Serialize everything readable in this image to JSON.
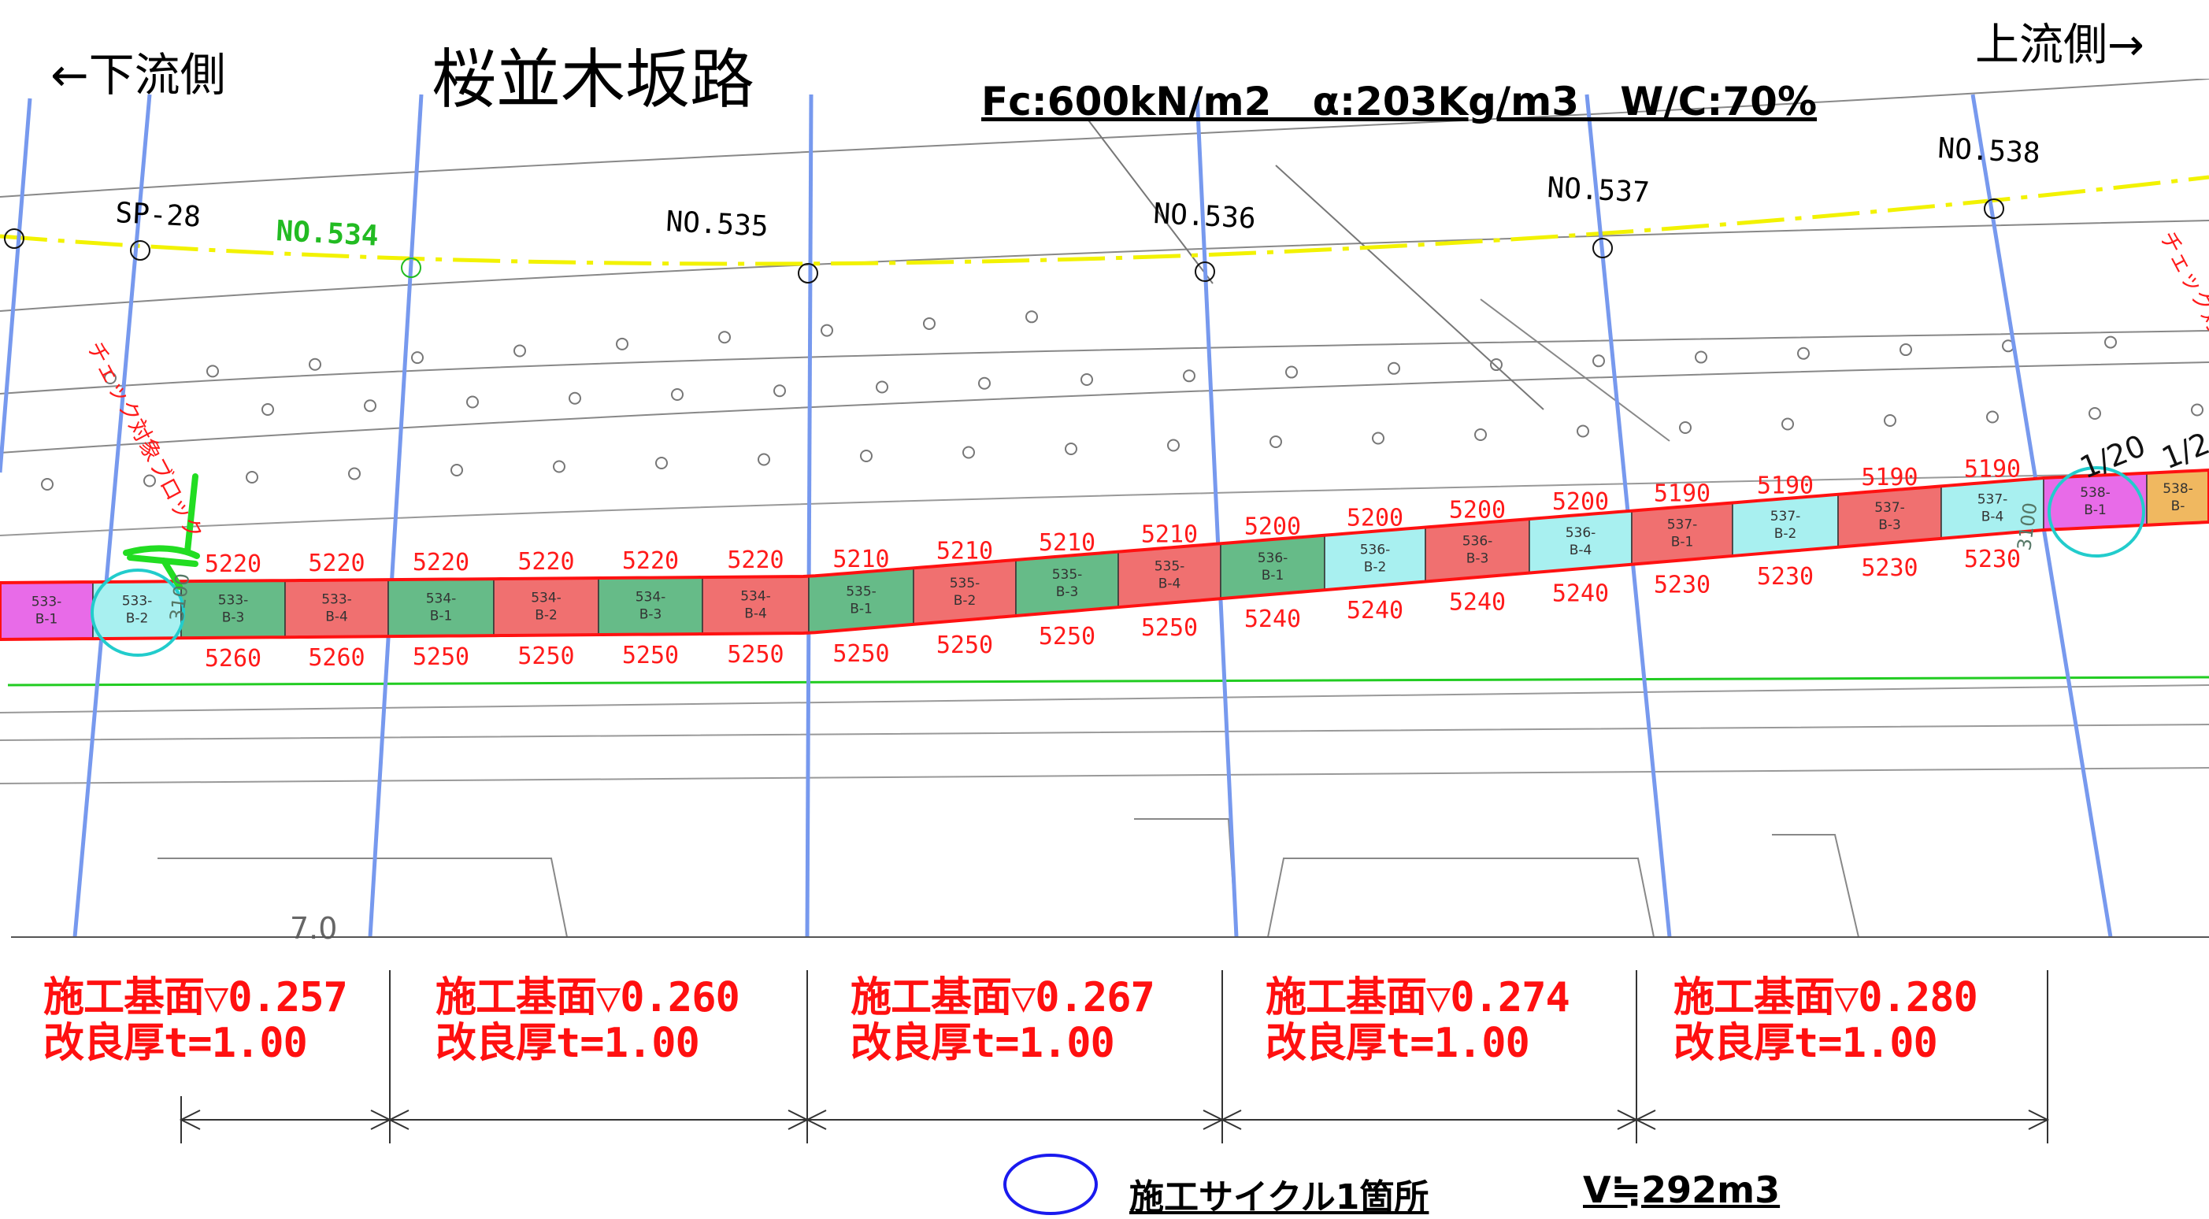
{
  "header": {
    "downstream": "←下流側",
    "upstream": "上流側→",
    "title": "桜並木坂路",
    "mix": "Fc:600kN/m2   α:203Kg/m3   W/C:70%"
  },
  "stations": [
    {
      "label": "SP-28",
      "color": "#000000"
    },
    {
      "label": "NO.534",
      "color": "#22bb22"
    },
    {
      "label": "NO.535",
      "color": "#000000"
    },
    {
      "label": "NO.536",
      "color": "#000000"
    },
    {
      "label": "NO.537",
      "color": "#000000"
    },
    {
      "label": "NO.538",
      "color": "#000000"
    }
  ],
  "check_block_note": "チェック対象ブロック",
  "width_label": "3100",
  "slope_labels": [
    "1/20",
    "1/2"
  ],
  "stray_label": "7.0",
  "blocks": [
    {
      "label": "533-B-1",
      "fill": "#e86be8",
      "top": "",
      "bottom": ""
    },
    {
      "label": "533-B-2",
      "fill": "#a8f0f0",
      "top": "",
      "bottom": ""
    },
    {
      "label": "533-B-3",
      "fill": "#66bb88",
      "top": "5220",
      "bottom": "5260"
    },
    {
      "label": "533-B-4",
      "fill": "#f07070",
      "top": "5220",
      "bottom": "5260"
    },
    {
      "label": "534-B-1",
      "fill": "#66bb88",
      "top": "5220",
      "bottom": "5250"
    },
    {
      "label": "534-B-2",
      "fill": "#f07070",
      "top": "5220",
      "bottom": "5250"
    },
    {
      "label": "534-B-3",
      "fill": "#66bb88",
      "top": "5220",
      "bottom": "5250"
    },
    {
      "label": "534-B-4",
      "fill": "#f07070",
      "top": "5220",
      "bottom": "5250"
    },
    {
      "label": "535-B-1",
      "fill": "#66bb88",
      "top": "5210",
      "bottom": "5250"
    },
    {
      "label": "535-B-2",
      "fill": "#f07070",
      "top": "5210",
      "bottom": "5250"
    },
    {
      "label": "535-B-3",
      "fill": "#66bb88",
      "top": "5210",
      "bottom": "5250"
    },
    {
      "label": "535-B-4",
      "fill": "#f07070",
      "top": "5210",
      "bottom": "5250"
    },
    {
      "label": "536-B-1",
      "fill": "#66bb88",
      "top": "5200",
      "bottom": "5240"
    },
    {
      "label": "536-B-2",
      "fill": "#a8f0f0",
      "top": "5200",
      "bottom": "5240"
    },
    {
      "label": "536-B-3",
      "fill": "#f07070",
      "top": "5200",
      "bottom": "5240"
    },
    {
      "label": "536-B-4",
      "fill": "#a8f0f0",
      "top": "5200",
      "bottom": "5240"
    },
    {
      "label": "537-B-1",
      "fill": "#f07070",
      "top": "5190",
      "bottom": "5230"
    },
    {
      "label": "537-B-2",
      "fill": "#a8f0f0",
      "top": "5190",
      "bottom": "5230"
    },
    {
      "label": "537-B-3",
      "fill": "#f07070",
      "top": "5190",
      "bottom": "5230"
    },
    {
      "label": "537-B-4",
      "fill": "#a8f0f0",
      "top": "5190",
      "bottom": "5230"
    },
    {
      "label": "538-B-1",
      "fill": "#e86be8",
      "top": "",
      "bottom": ""
    },
    {
      "label": "538-B-",
      "fill": "#f0b860",
      "top": "",
      "bottom": ""
    }
  ],
  "sections": [
    {
      "base": "施工基面▽0.257",
      "thickness": "改良厚t=1.00"
    },
    {
      "base": "施工基面▽0.260",
      "thickness": "改良厚t=1.00"
    },
    {
      "base": "施工基面▽0.267",
      "thickness": "改良厚t=1.00"
    },
    {
      "base": "施工基面▽0.274",
      "thickness": "改良厚t=1.00"
    },
    {
      "base": "施工基面▽0.280",
      "thickness": "改良厚t=1.00"
    }
  ],
  "legend": {
    "cycle_label": "施工サイクル1箇所",
    "volume": "V≒292m3"
  }
}
